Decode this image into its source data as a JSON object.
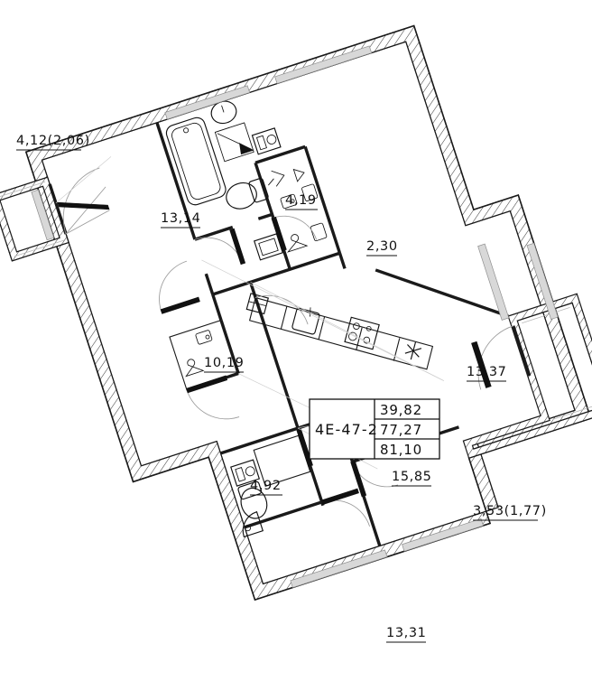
{
  "plan": {
    "type": "architectural-floor-plan",
    "orientation_deg": -18,
    "apartment_code": "4E-47-2",
    "info_table": {
      "code": "4E-47-2",
      "rows": [
        "39,82",
        "77,27",
        "81,10"
      ],
      "row_meanings": [
        "living-area",
        "apartment-area",
        "total-area-with-balconies"
      ]
    },
    "units": "m2 (comma decimal separator)",
    "rooms": [
      {
        "id": "balcony-top-left",
        "label": "4,12(2,06)",
        "area": 4.12,
        "reduced_area": 2.06,
        "kind": "balcony"
      },
      {
        "id": "bedroom-top-left",
        "label": "13,14",
        "area": 13.14,
        "kind": "bedroom"
      },
      {
        "id": "bathroom-main",
        "label": "4,19",
        "area": 4.19,
        "kind": "bathroom"
      },
      {
        "id": "wardrobe-wc",
        "label": "2,30",
        "area": 2.3,
        "kind": "wardrobe"
      },
      {
        "id": "hall-corridor",
        "label": "10,19",
        "area": 10.19,
        "kind": "hall"
      },
      {
        "id": "bedroom-right",
        "label": "13,37",
        "area": 13.37,
        "kind": "bedroom"
      },
      {
        "id": "bathroom-second",
        "label": "4,92",
        "area": 4.92,
        "kind": "bathroom"
      },
      {
        "id": "living-kitchen",
        "label": "15,85",
        "area": 15.85,
        "kind": "living-kitchen"
      },
      {
        "id": "balcony-right",
        "label": "3,53(1,77)",
        "area": 3.53,
        "reduced_area": 1.77,
        "kind": "balcony"
      },
      {
        "id": "bedroom-bottom",
        "label": "13,31",
        "area": 13.31,
        "kind": "bedroom"
      }
    ],
    "fixtures": [
      "bathtub",
      "washbasin",
      "toilet",
      "shower-tray",
      "washing-machine",
      "kitchen-sink",
      "cooktop-4-burner",
      "extractor",
      "wardrobe-hanger",
      "radiator"
    ],
    "colors": {
      "line": "#1a1a1a",
      "ghost_line": "#b9b9b9",
      "door_swing": "#9a9a9a",
      "background": "#ffffff"
    }
  }
}
